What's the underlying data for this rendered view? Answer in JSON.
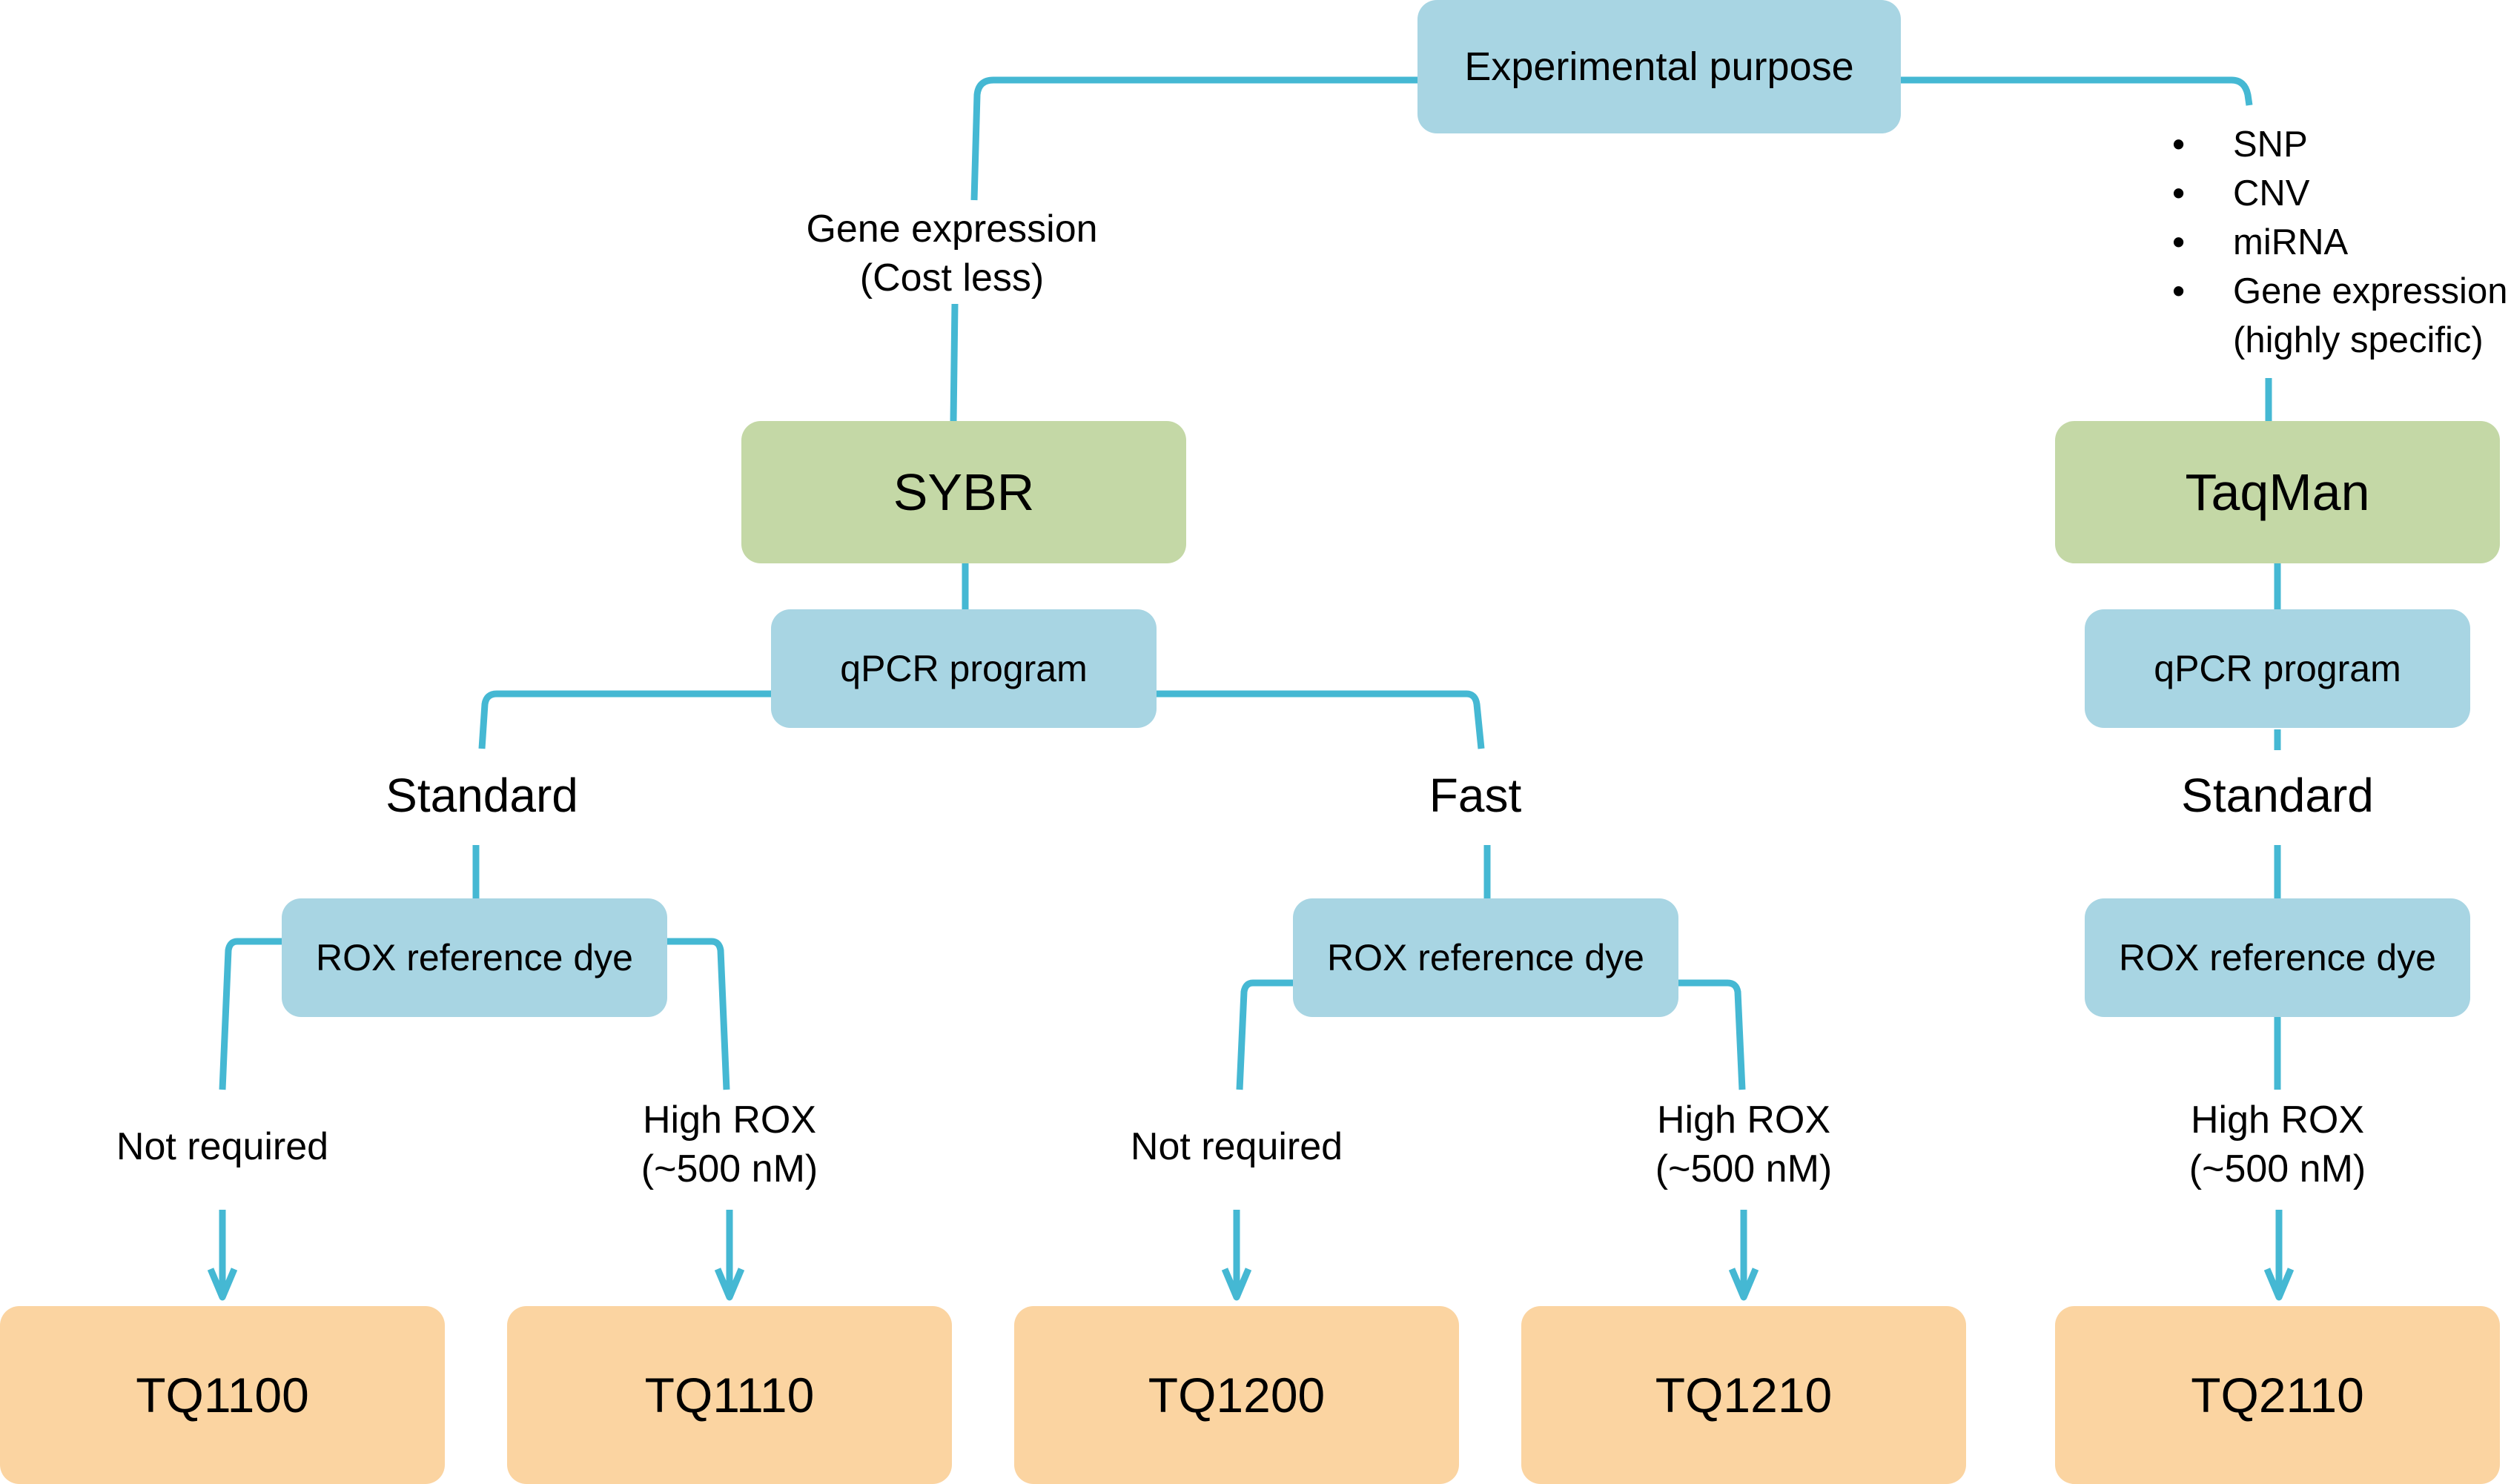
{
  "diagram": {
    "root": {
      "label": "Experimental purpose"
    },
    "left_branch_label": [
      "Gene expression",
      "(Cost less)"
    ],
    "right_branch_bullets": [
      "SNP",
      "CNV",
      "miRNA",
      "Gene expression",
      "(highly specific)"
    ],
    "bullet_glyph": "•",
    "sybr": {
      "label": "SYBR",
      "program": "qPCR program",
      "standard": {
        "label": "Standard",
        "rox": "ROX reference dye",
        "options": [
          {
            "condition": [
              "Not required"
            ],
            "product": "TQ1100"
          },
          {
            "condition": [
              "High ROX",
              "(~500 nM)"
            ],
            "product": "TQ1110"
          }
        ]
      },
      "fast": {
        "label": "Fast",
        "rox": "ROX reference dye",
        "options": [
          {
            "condition": [
              "Not required"
            ],
            "product": "TQ1200"
          },
          {
            "condition": [
              "High ROX",
              "(~500 nM)"
            ],
            "product": "TQ1210"
          }
        ]
      }
    },
    "taqman": {
      "label": "TaqMan",
      "program": "qPCR program",
      "standard": {
        "label": "Standard",
        "rox": "ROX reference dye",
        "options": [
          {
            "condition": [
              "High ROX",
              "(~500 nM)"
            ],
            "product": "TQ2110"
          }
        ]
      }
    },
    "colors": {
      "connector": "#45b8d3",
      "decision_box": "#a8d5e3",
      "method_box": "#c4d8a6",
      "product_box": "#fbd4a1"
    }
  }
}
